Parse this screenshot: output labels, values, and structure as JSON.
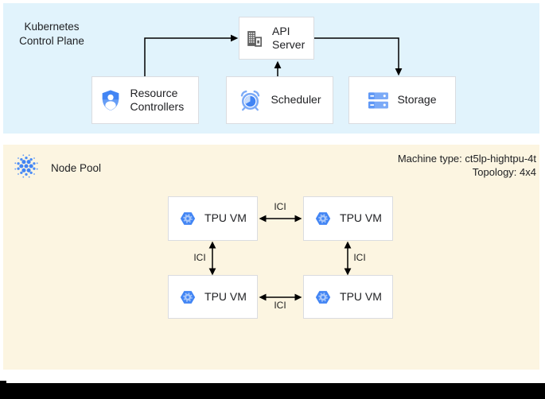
{
  "colors": {
    "control_plane_bg": "#E1F3FC",
    "node_pool_bg": "#FCF5E1",
    "box_border": "#DADCE0",
    "arrow": "#000000",
    "google_blue": "#4285F4",
    "light_blue": "#7BAAF7",
    "icon_gray": "#616161"
  },
  "control_plane": {
    "title": "Kubernetes\nControl Plane",
    "boxes": {
      "api_server": {
        "label": "API Server",
        "icon": "building-icon"
      },
      "resource_controllers": {
        "label": "Resource Controllers",
        "icon": "shield-user-icon"
      },
      "scheduler": {
        "label": "Scheduler",
        "icon": "alarm-clock-icon"
      },
      "storage": {
        "label": "Storage",
        "icon": "server-stack-icon"
      }
    }
  },
  "node_pool": {
    "title": "Node Pool",
    "machine_info": "Machine type: ct5lp-hightpu-4t\nTopology: 4x4",
    "tpu_vms": [
      {
        "label": "TPU VM",
        "position": "top-left"
      },
      {
        "label": "TPU VM",
        "position": "top-right"
      },
      {
        "label": "TPU VM",
        "position": "bottom-left"
      },
      {
        "label": "TPU VM",
        "position": "bottom-right"
      }
    ],
    "links": [
      {
        "label": "ICI",
        "position": "top"
      },
      {
        "label": "ICI",
        "position": "left"
      },
      {
        "label": "ICI",
        "position": "right"
      },
      {
        "label": "ICI",
        "position": "bottom"
      }
    ]
  }
}
